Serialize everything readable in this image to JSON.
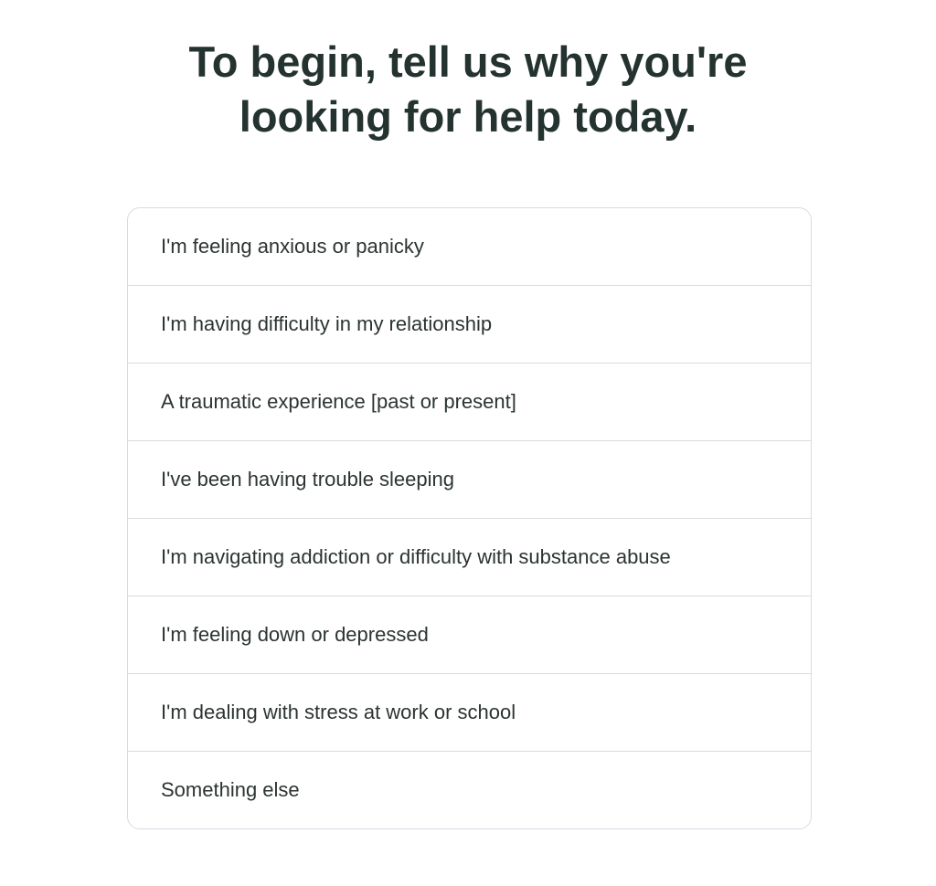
{
  "header": {
    "title_line1": "To begin, tell us why you're",
    "title_line2": "looking for help today."
  },
  "options": [
    "I'm feeling anxious or panicky",
    "I'm having difficulty in my relationship",
    "A traumatic experience [past or present]",
    "I've been having trouble sleeping",
    "I'm navigating addiction or difficulty with substance abuse",
    "I'm feeling down or depressed",
    "I'm dealing with stress at work or school",
    "Something else"
  ],
  "colors": {
    "text": "#243330",
    "border": "#d9dbe3"
  }
}
